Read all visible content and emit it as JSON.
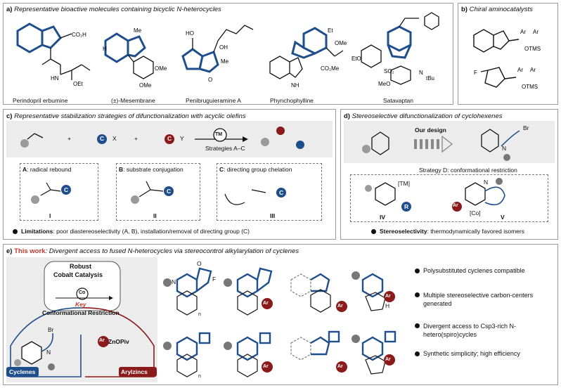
{
  "colors": {
    "blue": "#1f4e8c",
    "red": "#8b1a1a",
    "gray": "#9a9a9a",
    "accent": "#c0392b"
  },
  "panel_a": {
    "letter": "a)",
    "title": "Representative bioactive molecules containing bicyclic N-heterocycles",
    "molecules": [
      "Perindopril erbumine",
      "(±)-Mesembrane",
      "Penibruguieramine A",
      "Phynchophylline",
      "Satavaptan"
    ]
  },
  "panel_b": {
    "letter": "b)",
    "title": "Chiral aminocatalysts",
    "labels": {
      "ar": "Ar",
      "otms": "OTMS",
      "f": "F"
    }
  },
  "panel_c": {
    "letter": "c)",
    "title": "Representative stabilization strategies of difunctionalization with acyclic olefins",
    "reagents": {
      "plus": "+",
      "cx": "X",
      "ry": "Y",
      "c": "C",
      "r": "C",
      "tm": "TM",
      "strategies": "Strategies A–C"
    },
    "boxes": [
      {
        "key": "A",
        "text": ": radical rebound",
        "compound": "I"
      },
      {
        "key": "B",
        "text": ": substrate conjugation",
        "compound": "II"
      },
      {
        "key": "C",
        "text": ": directing group chelation",
        "compound": "III"
      }
    ],
    "limitations_label": "Limitations",
    "limitations_text": ": poor diastereoselectivity (A, B), installation/removal of directing group (C)"
  },
  "panel_d": {
    "letter": "d)",
    "title": "Stereoselective difunctionalization of cyclohexenes",
    "design": "Our design",
    "br": "Br",
    "n": "N",
    "strategy_text": "Strategy D: conformational restriction",
    "compounds": [
      "IV",
      "V"
    ],
    "tm": "[TM]",
    "co": "[Co]",
    "r": "R",
    "ar": "Ar",
    "stereo_label": "Stereoselectivity",
    "stereo_text": ": thermodynamically favored isomers"
  },
  "panel_e": {
    "letter": "e)",
    "highlight": "This work",
    "title": ": Divergent access to fused N-heterocycles via stereocontrol alkylarylation of cyclenes",
    "robust": "Robust",
    "cobalt": "Cobalt Catalysis",
    "co": "Co",
    "key": "Key",
    "conf": "Conformational Restriction",
    "cyclenes": "Cyclenes",
    "arylzincs": "Arylzincs",
    "arzn": "ZnOPiv",
    "ar": "Ar",
    "br": "Br",
    "n": "N",
    "f": "F",
    "o": "O",
    "h": "H",
    "sub_n": "n",
    "features": [
      "Polysubstituted cyclenes compatible",
      "Multiple stereoselective carbon-centers generated",
      "Divergent access to Csp3-rich N-hetero(spiro)cycles",
      "Synthetic simplicity; high efficiency"
    ]
  }
}
